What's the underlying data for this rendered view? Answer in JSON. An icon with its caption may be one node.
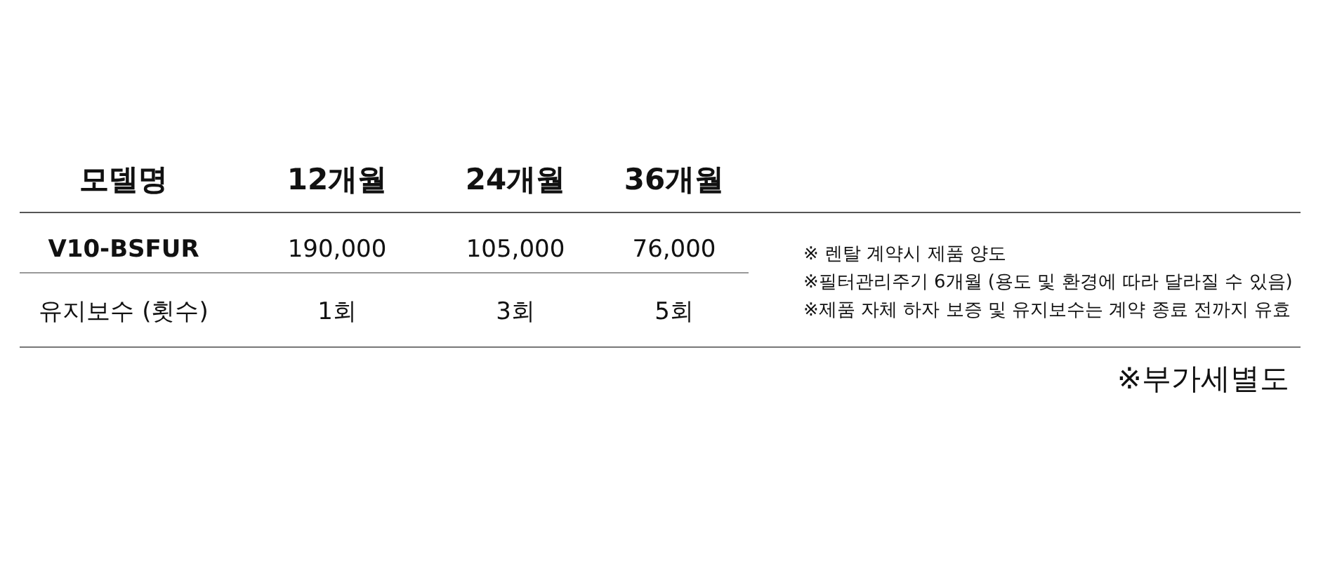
{
  "diagram": {
    "labels": [
      "모델명",
      "12개월",
      "24개월",
      "36개월",
      "V10-BSFUR",
      "190,000",
      "105,000",
      "76,000",
      "유지보수 (횟수)",
      "1회",
      "3회",
      "5회",
      "※ 렌탈 계약시 제품 양도",
      "※필터관리주기 6개월 (용도 및 환경에 따라 달라질 수 있음)",
      "※제품 자체 하자 보증 및 유지보수는 계약 종료 전까지 유효",
      "※부가세별도"
    ]
  }
}
